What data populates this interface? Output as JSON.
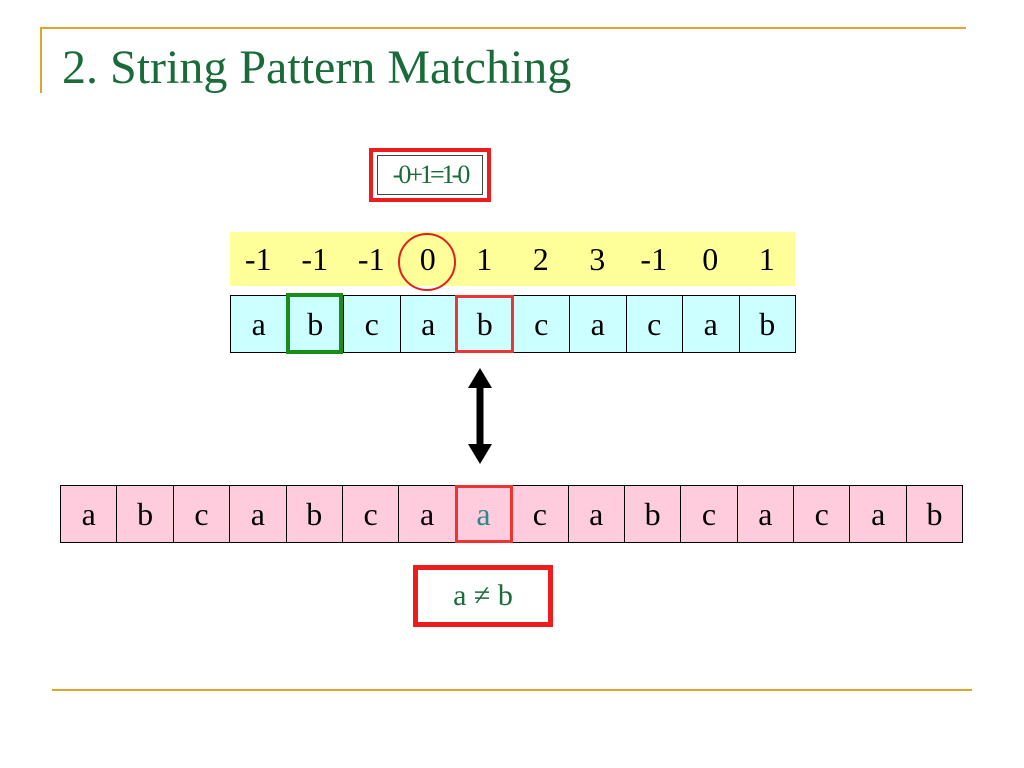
{
  "slide": {
    "title": "2. String Pattern Matching",
    "formula": "-0+1=1-0"
  },
  "failure_function": [
    "-1",
    "-1",
    "-1",
    "0",
    "1",
    "2",
    "3",
    "-1",
    "0",
    "1"
  ],
  "pattern": [
    "a",
    "b",
    "c",
    "a",
    "b",
    "c",
    "a",
    "c",
    "a",
    "b"
  ],
  "text": [
    "a",
    "b",
    "c",
    "a",
    "b",
    "c",
    "a",
    "a",
    "c",
    "a",
    "b",
    "c",
    "a",
    "c",
    "a",
    "b"
  ],
  "comparison": {
    "label": "a ≠ b"
  },
  "colors": {
    "title_green": "#1a6b3a",
    "rule_orange": "#e0a530",
    "highlight_red": "#ee1c1c",
    "highlight_green": "#1a8c1a",
    "failure_bg": "#ffff99",
    "pattern_bg": "#ccffff",
    "text_bg": "#ffccdd"
  }
}
